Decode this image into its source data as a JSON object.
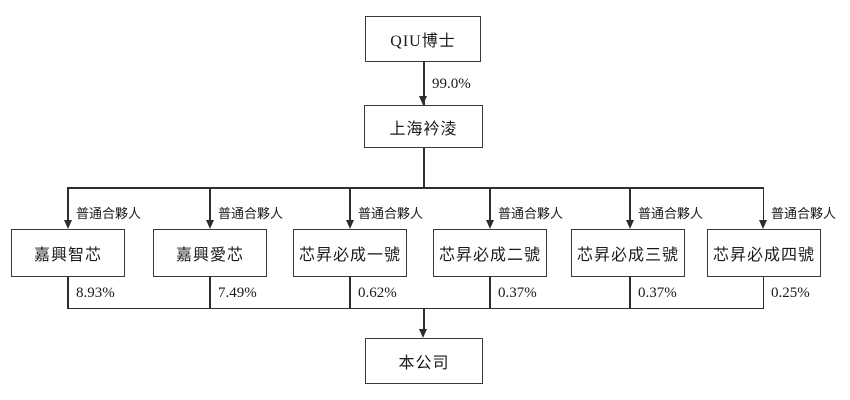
{
  "diagram": {
    "title": "ownership-structure-chart",
    "root": {
      "label": "QIU博士"
    },
    "root_edge": {
      "label": "99.0%"
    },
    "holding": {
      "label": "上海衿淩"
    },
    "partner_label": "普通合夥人",
    "partnerships": [
      {
        "name": "嘉興智芯",
        "pct": "8.93%"
      },
      {
        "name": "嘉興愛芯",
        "pct": "7.49%"
      },
      {
        "name": "芯昇必成一號",
        "pct": "0.62%"
      },
      {
        "name": "芯昇必成二號",
        "pct": "0.37%"
      },
      {
        "name": "芯昇必成三號",
        "pct": "0.37%"
      },
      {
        "name": "芯昇必成四號",
        "pct": "0.25%"
      }
    ],
    "company": {
      "label": "本公司"
    },
    "colors": {
      "line": "#2e2e2e",
      "box_border": "#3a3a3a",
      "text": "#1a1a1a",
      "background": "#ffffff"
    }
  }
}
